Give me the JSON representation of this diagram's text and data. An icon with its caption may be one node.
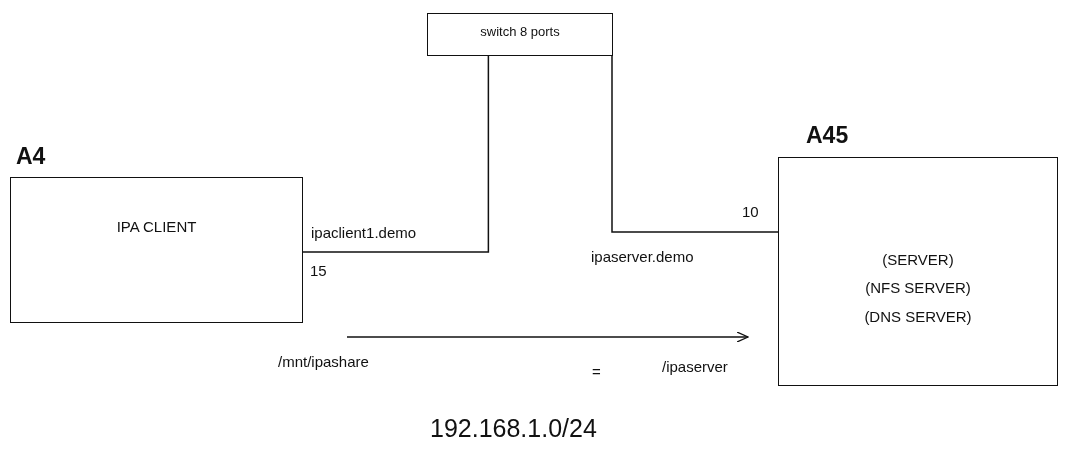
{
  "diagram": {
    "nodes": [
      {
        "text": [
          "switch 8 ports"
        ]
      },
      {
        "text": [
          "A4",
          "IPA CLIENT"
        ]
      },
      {
        "text": [
          "A45",
          "(SERVER)",
          "(NFS SERVER)",
          "(DNS SERVER)"
        ]
      }
    ],
    "edges": [
      {
        "from": 0,
        "to": 1,
        "arrow": "none"
      },
      {
        "from": 0,
        "to": 2,
        "arrow": "none"
      }
    ],
    "labels": [
      "10",
      "ipaclient1.demo",
      "ipaserver.demo",
      "15",
      "/mnt/ipashare",
      "=",
      "/ipaserver",
      "192.168.1.0/24"
    ]
  }
}
